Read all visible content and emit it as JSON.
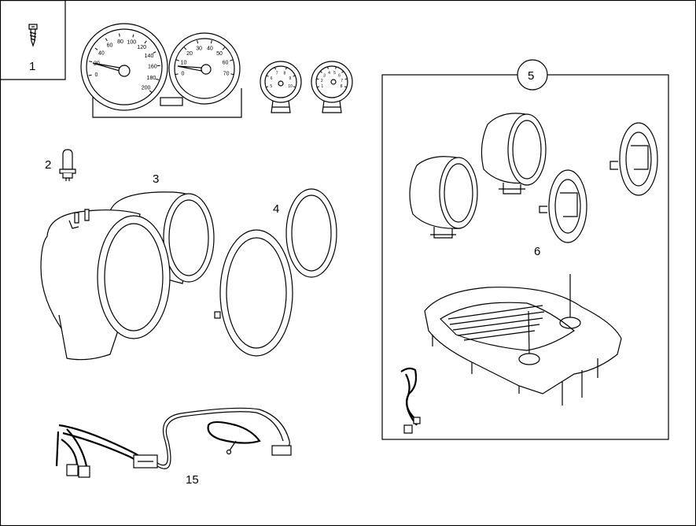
{
  "labels": {
    "p1": "1",
    "p2": "2",
    "p3": "3",
    "p4": "4",
    "p5": "5",
    "p6": "6",
    "p15": "15"
  },
  "speedometer_ticks": [
    "0",
    "20",
    "40",
    "60",
    "80",
    "100",
    "120",
    "140",
    "160",
    "180",
    "200"
  ],
  "tachometer_ticks": [
    "0",
    "10",
    "20",
    "30",
    "40",
    "50",
    "60",
    "70"
  ],
  "small_gauge_a_ticks": [
    "5",
    "6",
    "7",
    "8",
    "9",
    "10"
  ],
  "small_gauge_b_ticks": [
    "1",
    "2",
    "3",
    "4",
    "5",
    "6",
    "7",
    "8"
  ]
}
